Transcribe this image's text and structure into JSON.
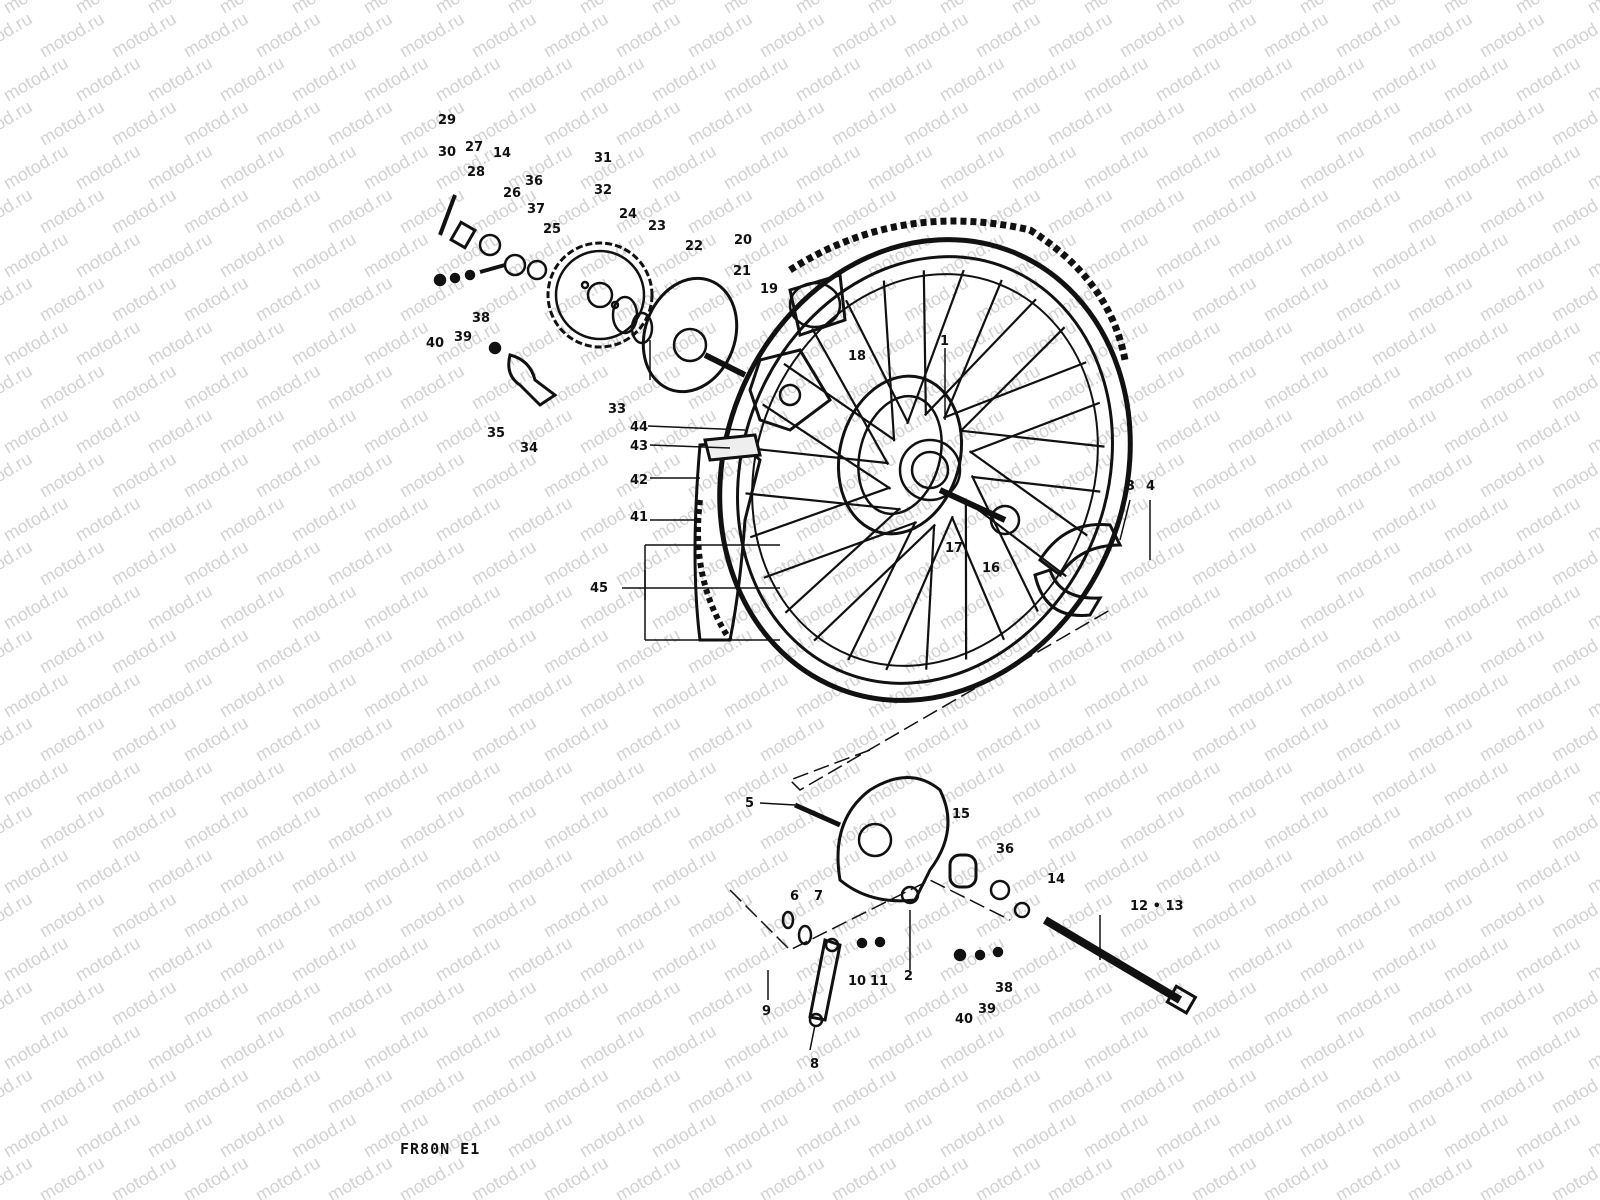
{
  "watermark": "motod.ru",
  "model_code": "FR80N E1",
  "callouts": [
    "1",
    "2",
    "3",
    "4",
    "5",
    "6",
    "7",
    "8",
    "9",
    "10",
    "11",
    "12 • 13",
    "14",
    "15",
    "16",
    "17",
    "18",
    "19",
    "20",
    "21",
    "22",
    "23",
    "24",
    "25",
    "26",
    "27",
    "28",
    "29",
    "30",
    "31",
    "32",
    "33",
    "34",
    "35",
    "36",
    "37",
    "38",
    "39",
    "40",
    "41",
    "42",
    "43",
    "44",
    "45"
  ],
  "lower_callouts": [
    "14",
    "36",
    "38",
    "39",
    "40"
  ],
  "colors": {
    "ink": "#111111",
    "watermark": "#d2d2d2",
    "background": "#ffffff"
  }
}
